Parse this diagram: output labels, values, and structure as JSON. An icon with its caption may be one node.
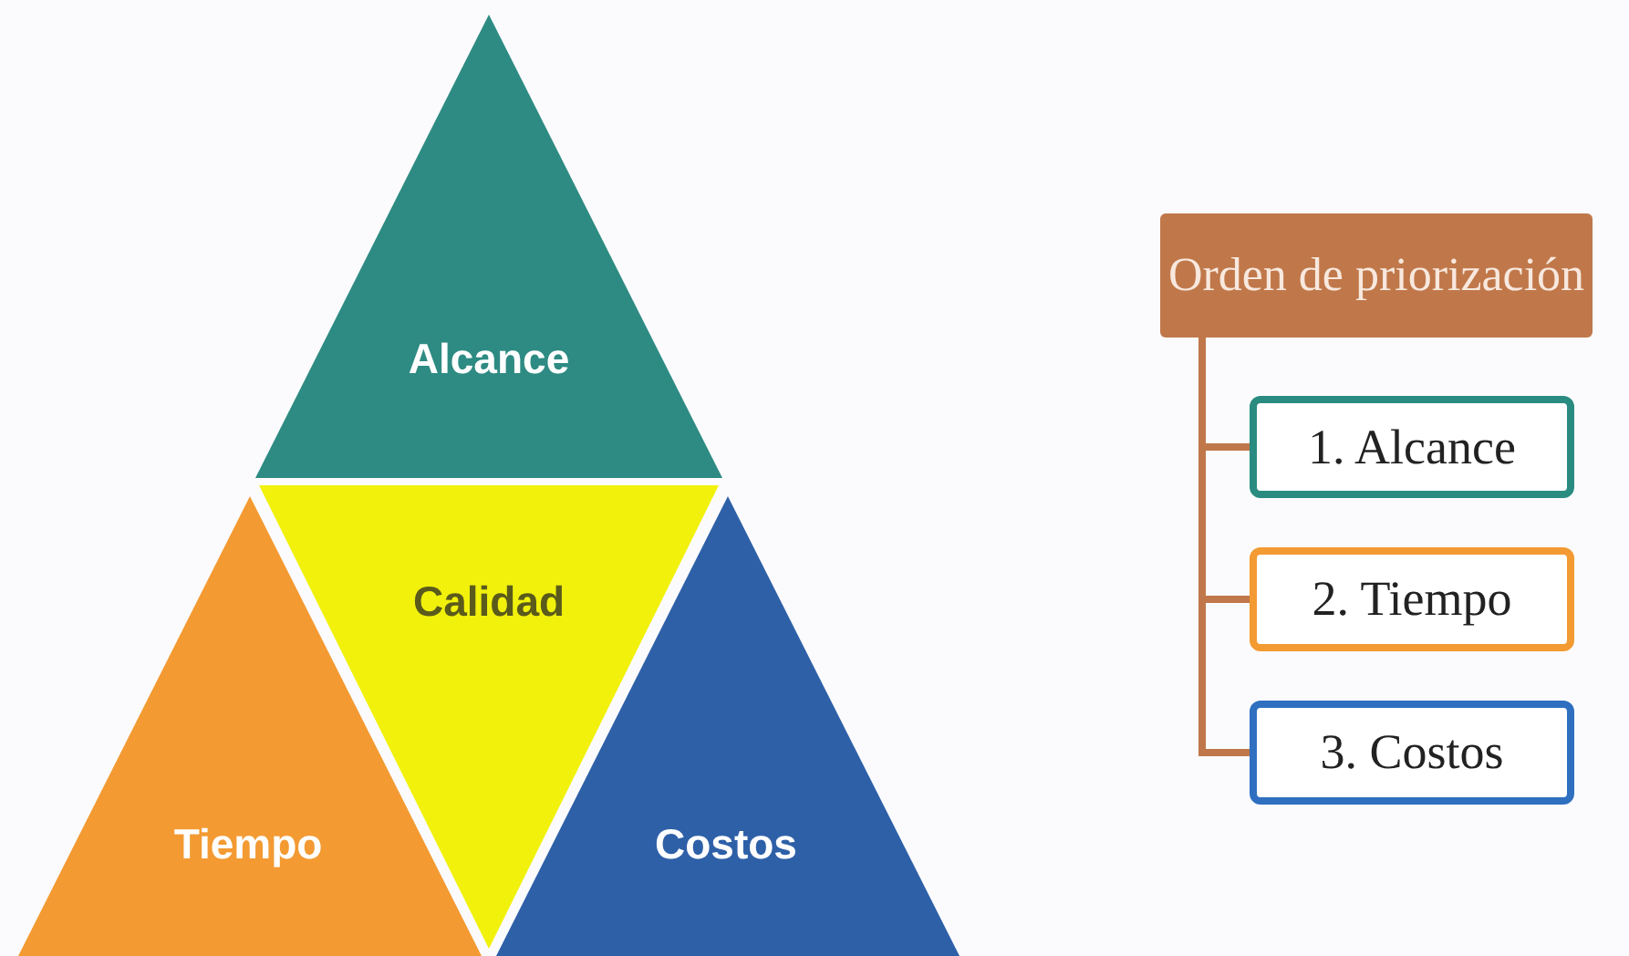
{
  "diagram": {
    "nodes": [
      {
        "text": [
          "Alcance"
        ]
      },
      {
        "text": [
          "Calidad"
        ]
      },
      {
        "text": [
          "Tiempo"
        ]
      },
      {
        "text": [
          "Costos"
        ]
      },
      {
        "text": [
          "Orden de priorización"
        ]
      },
      {
        "text": [
          "1. Alcance"
        ]
      },
      {
        "text": [
          "2. Tiempo"
        ]
      },
      {
        "text": [
          "3. Costos"
        ]
      }
    ],
    "edges": [
      {
        "from": 4,
        "to": 5,
        "arrow": "none"
      },
      {
        "from": 4,
        "to": 6,
        "arrow": "none"
      },
      {
        "from": 4,
        "to": 7,
        "arrow": "none"
      }
    ]
  }
}
